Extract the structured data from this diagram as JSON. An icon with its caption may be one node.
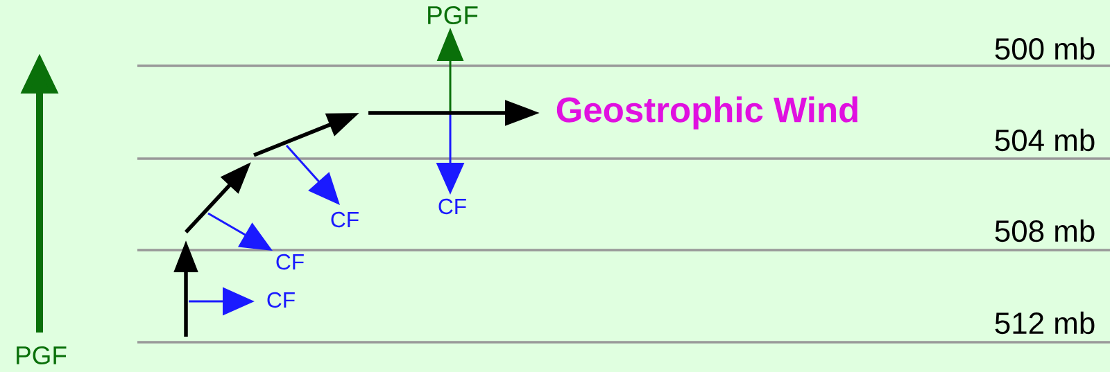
{
  "diagram": {
    "labels": [
      "PGF",
      "500 mb",
      "Geostrophic Wind",
      "504 mb",
      "CF",
      "CF",
      "508 mb",
      "CF",
      "CF",
      "512 mb",
      "PGF"
    ]
  }
}
